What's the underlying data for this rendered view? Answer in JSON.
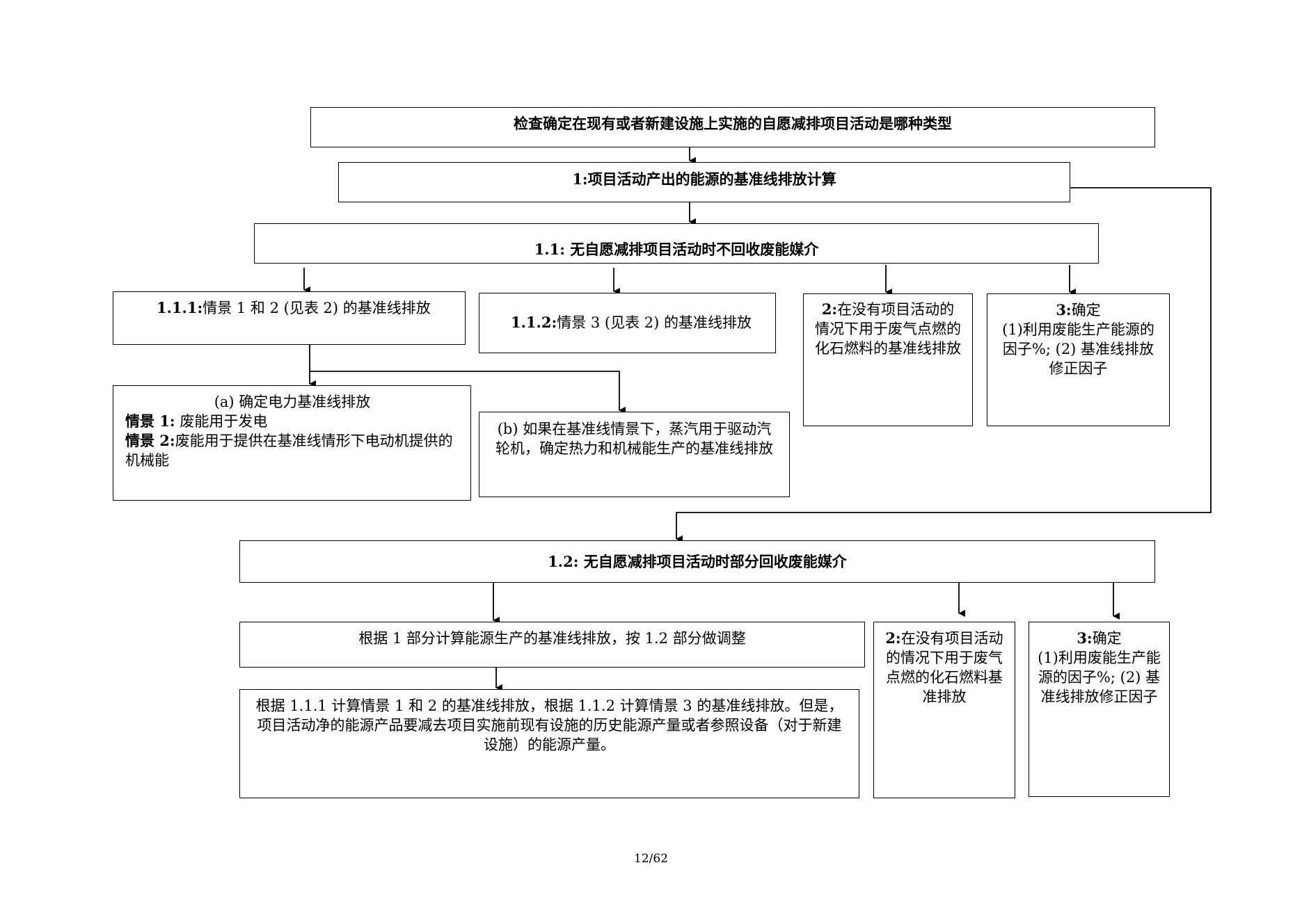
{
  "top": {
    "title": "检查确定在现有或者新建设施上实施的自愿减排项目活动是哪种类型"
  },
  "s1": {
    "title": "1:项目活动产出的能源的基准线排放计算"
  },
  "s11": {
    "title": "1.1: 无自愿减排项目活动时不回收废能媒介"
  },
  "s111": {
    "label": "1.1.1:",
    "text": "情景 1 和 2 (见表 2) 的基准线排放"
  },
  "s112": {
    "label": "1.1.2:",
    "text": "情景 3 (见表 2) 的基准线排放"
  },
  "s11_2": {
    "label": "2:",
    "text": "在没有项目活动的情况下用于废气点燃的化石燃料的基准线排放"
  },
  "s11_3": {
    "label": "3:",
    "text1": "确定",
    "text2": "(1)利用废能生产能源的因子%; (2) 基准线排放修正因子"
  },
  "a": {
    "title": "(a) 确定电力基准线排放",
    "l1_label": "情景 1:",
    "l1_text": " 废能用于发电",
    "l2_label": "情景 2:",
    "l2_text": "废能用于提供在基准线情形下电动机提供的机械能"
  },
  "b": {
    "text": "(b) 如果在基准线情景下，蒸汽用于驱动汽轮机，确定热力和机械能生产的基准线排放"
  },
  "s12": {
    "title": "1.2: 无自愿减排项目活动时部分回收废能媒介"
  },
  "s12_calc": {
    "text": "根据 1 部分计算能源生产的基准线排放，按 1.2 部分做调整"
  },
  "s12_detail": {
    "text": "根据 1.1.1 计算情景 1 和 2 的基准线排放，根据 1.1.2 计算情景 3 的基准线排放。但是，项目活动净的能源产品要减去项目实施前现有设施的历史能源产量或者参照设备（对于新建设施）的能源产量。"
  },
  "s12_2": {
    "label": "2:",
    "text": "在没有项目活动的情况下用于废气点燃的化石燃料基准排放"
  },
  "s12_3": {
    "label": "3:",
    "text1": "确定",
    "text2": "(1)利用废能生产能源的因子%; (2) 基准线排放修正因子"
  },
  "footer": {
    "page": "12/62"
  }
}
